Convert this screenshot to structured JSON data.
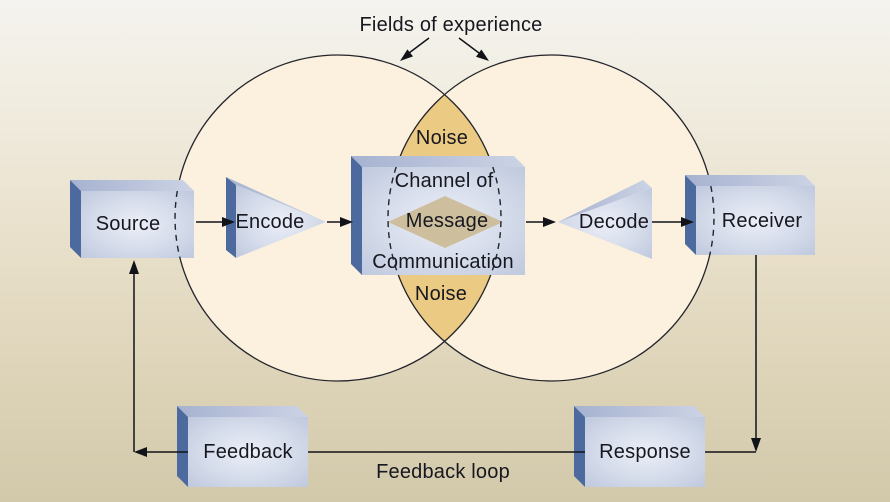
{
  "title": "Fields of experience",
  "nodes": {
    "source": {
      "label": "Source"
    },
    "encode": {
      "label": "Encode"
    },
    "channel": {
      "line1": "Channel of",
      "line2": "Communication"
    },
    "message": {
      "label": "Message"
    },
    "decode": {
      "label": "Decode"
    },
    "receiver": {
      "label": "Receiver"
    },
    "feedback": {
      "label": "Feedback"
    },
    "response": {
      "label": "Response"
    }
  },
  "annotations": {
    "noise_top": "Noise",
    "noise_bottom": "Noise",
    "feedback_loop": "Feedback loop"
  },
  "colors": {
    "circle_fill": "#fbf1de",
    "noise_lens": "#ebca83",
    "message_diamond": "#cdbf9e",
    "box_face": "#ccd4e5",
    "box_face_highlight": "#eaedf6",
    "box_bevel_top": "#b3bed9",
    "box_bevel_left": "#4c6a9d",
    "line": "#111318",
    "text": "#17171f",
    "background_top": "#f4f3ef",
    "background_bottom": "#d2c8aa"
  }
}
